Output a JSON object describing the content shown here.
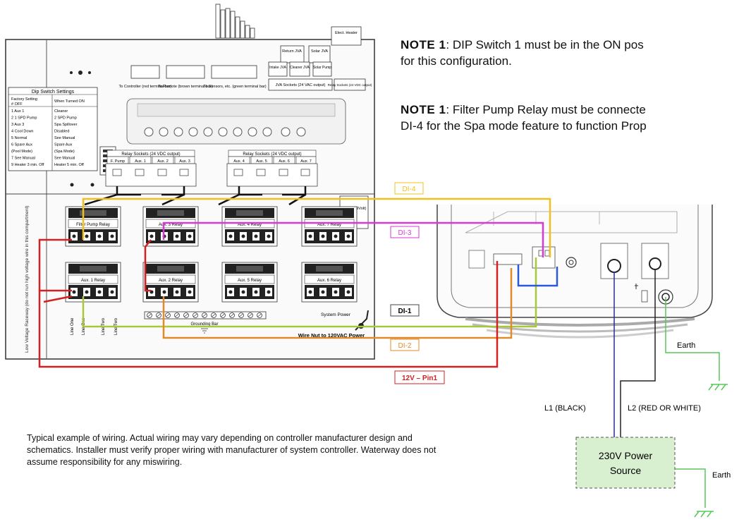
{
  "notes": [
    {
      "label": "NOTE 1",
      "text": ": DIP Switch 1 must be in the ON pos",
      "text2": "for this configuration."
    },
    {
      "label": "NOTE 1",
      "text": ": Filter Pump Relay must be connecte",
      "text2": "DI-4 for the Spa mode feature to function Prop"
    }
  ],
  "caption": "Typical example of wiring. Actual wiring may vary depending on controller manufacturer design and schematics. Installer must verify proper wiring with manufacturer of system controller. Waterway does not assume responsibility for any miswiring.",
  "dip": {
    "title": "Dip Switch Settings",
    "col1": "Factory Setting",
    "col1b": "# OFF",
    "col2": "When Turned ON",
    "rows": [
      [
        "1 Aux 1",
        "Cleaner"
      ],
      [
        "2 1 SPD Pump",
        "2 SPD Pump"
      ],
      [
        "3 Aux 3",
        "Spa Spillover"
      ],
      [
        "4 Cool Down",
        "Disabled"
      ],
      [
        "5 Normal",
        "See Manual"
      ],
      [
        "6 Spare Aux",
        "Spare Aux"
      ],
      [
        "(Pool Mode)",
        "(Spa Mode)"
      ],
      [
        "7 See Manual",
        "See Manual"
      ],
      [
        "9 Heater 3 min. Off",
        "Heater 5 min. Off"
      ]
    ]
  },
  "terminal_labels": {
    "controller": "To Controller (red terminal bar)",
    "remote": "To Remote (brown terminal bar)",
    "sensors": "To Sensors, etc. (green terminal bar)",
    "jva": "JVA Sockets (24 VAC output)",
    "relay_top": "Relay Sockets (24 VDC output)"
  },
  "top_boxes": [
    "Return JVA",
    "Solar JVA",
    "Intake JVA",
    "Cleaner JVA",
    "Solar Pump",
    "Elect. Heater"
  ],
  "sockets_left": {
    "title": "Relay Sockets (24 VDC output)",
    "items": [
      "F. Pump",
      "Aux. 1",
      "Aux. 2",
      "Aux. 3"
    ]
  },
  "sockets_right": {
    "title": "Relay Sockets (24 VDC output)",
    "items": [
      "Aux. 4",
      "Aux. 5",
      "Aux. 6",
      "Aux. 7"
    ]
  },
  "battery": "Battery (9Volt)",
  "relays": [
    "Filter Pump Relay",
    "Aux. 3 Relay",
    "Aux. 4 Relay",
    "Aux. 7 Relay",
    "Aux. 1 Relay",
    "Aux. 2 Relay",
    "Aux. 5 Relay",
    "Aux. 6 Relay"
  ],
  "side_text": "Low Voltage Raceway (do not run high voltage wire in this compartment)",
  "grounding_bar": "Grounding Bar",
  "system_power": "System Power",
  "wire_nut": "Wire Nut to 120VAC Power",
  "line_labels": [
    "Line One",
    "Line One",
    "Line Two",
    "Line Two"
  ],
  "wire_tags": {
    "di4": "DI-4",
    "di3": "DI-3",
    "di1": "DI-1",
    "di2": "DI-2",
    "pin1": "12V – Pin1"
  },
  "power": {
    "earth_top": "Earth",
    "l1": "L1 (BLACK)",
    "l2": "L2 (RED OR WHITE)",
    "source": "230V Power Source",
    "earth_bottom": "Earth"
  },
  "colors": {
    "di4": "#f0c020",
    "di3": "#d63ad6",
    "di1": "#a8c83a",
    "di2": "#e08a2a",
    "pin1": "#d42020",
    "blue": "#2a5ad8",
    "earth": "#58c858",
    "l1": "#2a2a9a",
    "l2": "#222222"
  }
}
